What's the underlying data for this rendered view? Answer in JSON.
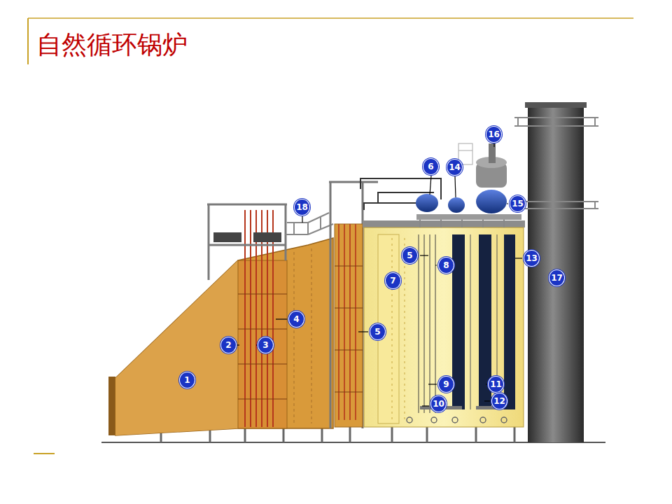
{
  "diagram": {
    "title": "自然循环锅炉",
    "labels": [
      "1",
      "2",
      "3",
      "4",
      "5",
      "5",
      "6",
      "7",
      "8",
      "9",
      "10",
      "11",
      "12",
      "13",
      "14",
      "15",
      "16",
      "17",
      "18"
    ]
  }
}
